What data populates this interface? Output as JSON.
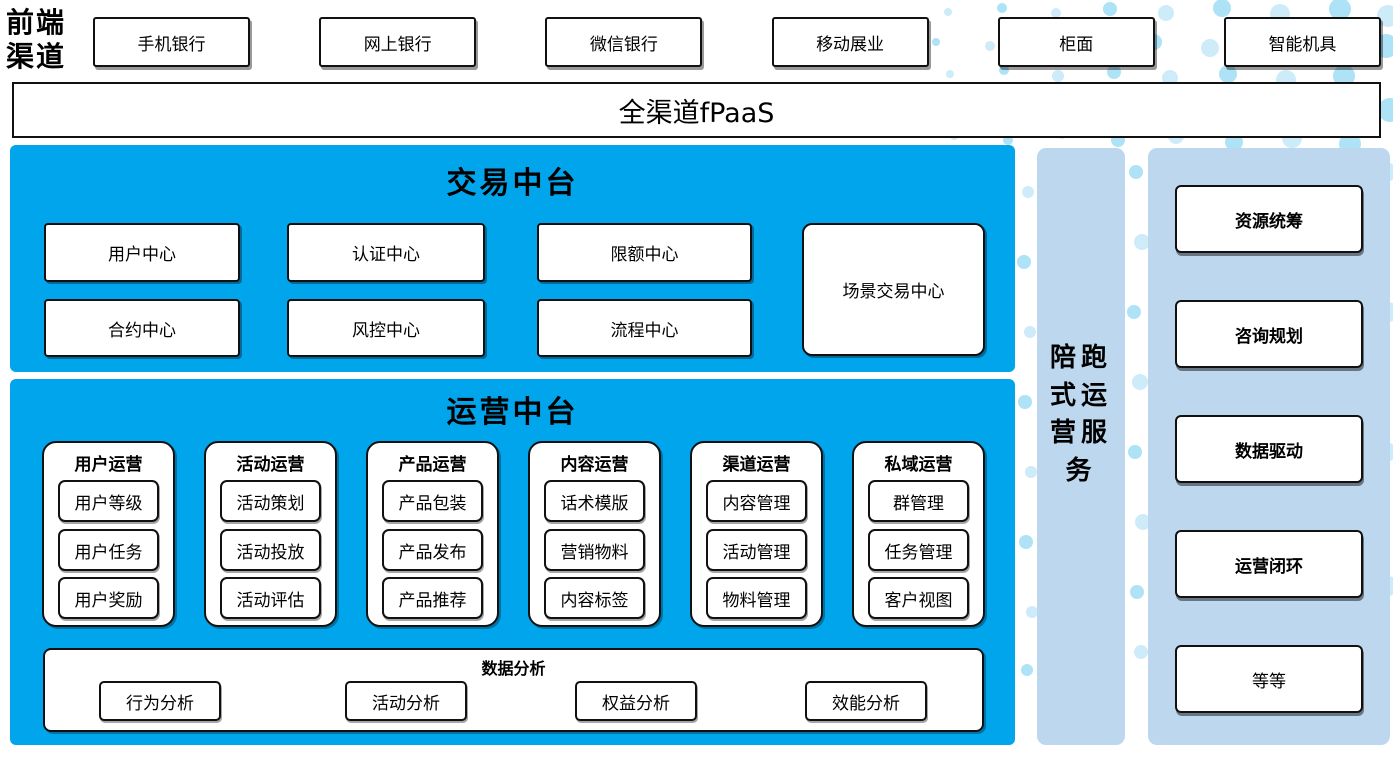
{
  "front_channels": {
    "label": "前端\n渠道",
    "items": [
      "手机银行",
      "网上银行",
      "微信银行",
      "移动展业",
      "柜面",
      "智能机具"
    ]
  },
  "fpaas": {
    "label": "全渠道fPaaS"
  },
  "transaction": {
    "title": "交易中台",
    "centers_row1": [
      "用户中心",
      "认证中心",
      "限额中心"
    ],
    "centers_row2": [
      "合约中心",
      "风控中心",
      "流程中心"
    ],
    "scene_center": "场景交易中心"
  },
  "operation": {
    "title": "运营中台",
    "groups": [
      {
        "title": "用户运营",
        "items": [
          "用户等级",
          "用户任务",
          "用户奖励"
        ]
      },
      {
        "title": "活动运营",
        "items": [
          "活动策划",
          "活动投放",
          "活动评估"
        ]
      },
      {
        "title": "产品运营",
        "items": [
          "产品包装",
          "产品发布",
          "产品推荐"
        ]
      },
      {
        "title": "内容运营",
        "items": [
          "话术模版",
          "营销物料",
          "内容标签"
        ]
      },
      {
        "title": "渠道运营",
        "items": [
          "内容管理",
          "活动管理",
          "物料管理"
        ]
      },
      {
        "title": "私域运营",
        "items": [
          "群管理",
          "任务管理",
          "客户视图"
        ]
      }
    ],
    "analysis": {
      "title": "数据分析",
      "items": [
        "行为分析",
        "活动分析",
        "权益分析",
        "效能分析"
      ]
    }
  },
  "companion_bar": {
    "label": "陪跑\n式运\n营服\n务"
  },
  "right_panel": {
    "items": [
      "资源统筹",
      "咨询规划",
      "数据驱动",
      "运营闭环",
      "等等"
    ]
  },
  "colors": {
    "primary_blue": "#00A5EC",
    "panel_blue": "#BDD8EE",
    "dot_light": "#CDEBF9",
    "dot_mid": "#AEE2F7",
    "border": "#111111"
  }
}
